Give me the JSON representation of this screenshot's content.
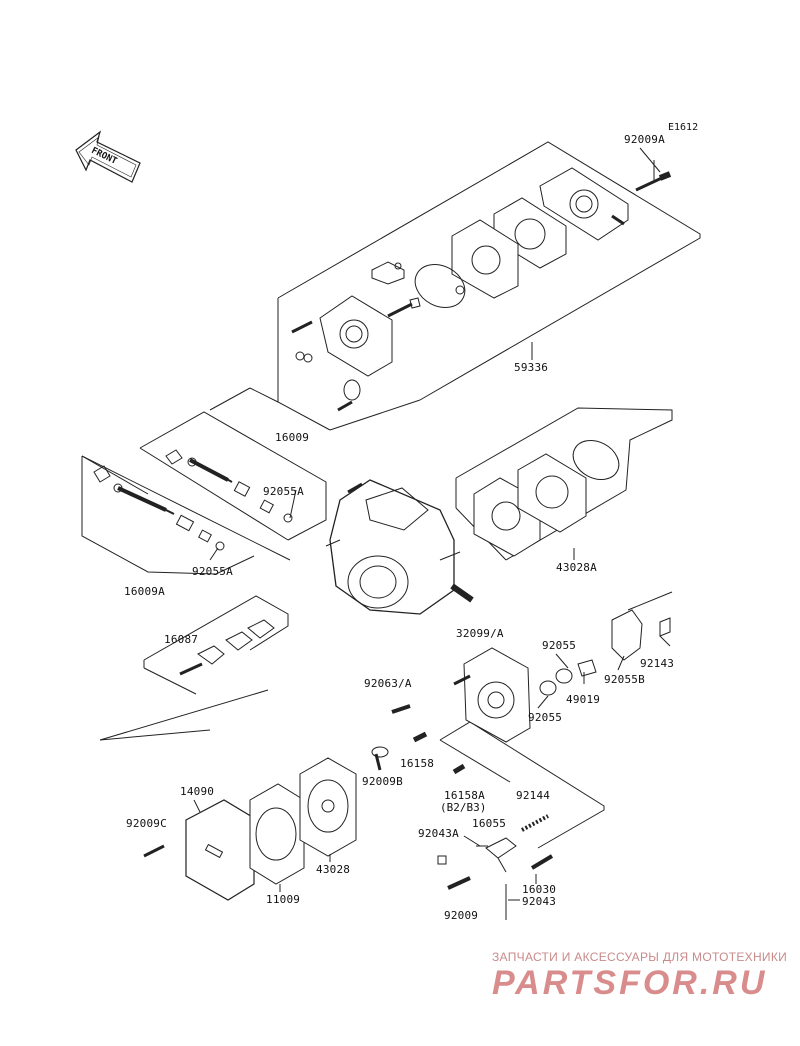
{
  "diagram": {
    "code": "E1612",
    "front_label": "FRONT",
    "part_labels": {
      "p92009A": "92009A",
      "p59336": "59336",
      "p16009": "16009",
      "p92055A_1": "92055A",
      "p43028A": "43028A",
      "p16009A": "16009A",
      "p92055A_2": "92055A",
      "p16087": "16087",
      "p32099A": "32099/A",
      "p92055_1": "92055",
      "p92143": "92143",
      "p92055B": "92055B",
      "p92063A": "92063/A",
      "p49019": "49019",
      "p92055_2": "92055",
      "p16158": "16158",
      "p92009B": "92009B",
      "p16158A": "16158A",
      "p16158A_sub": "(B2/B3)",
      "p92144": "92144",
      "p14090": "14090",
      "p92043A": "92043A",
      "p16055": "16055",
      "p92009C": "92009C",
      "p43028": "43028",
      "p16030": "16030",
      "p11009": "11009",
      "p92009": "92009",
      "p92043": "92043"
    }
  },
  "watermark": {
    "tagline": "ЗАПЧАСТИ И АКСЕССУАРЫ ДЛЯ МОТОТЕХНИКИ",
    "logo": "PARTSFOR.RU"
  }
}
